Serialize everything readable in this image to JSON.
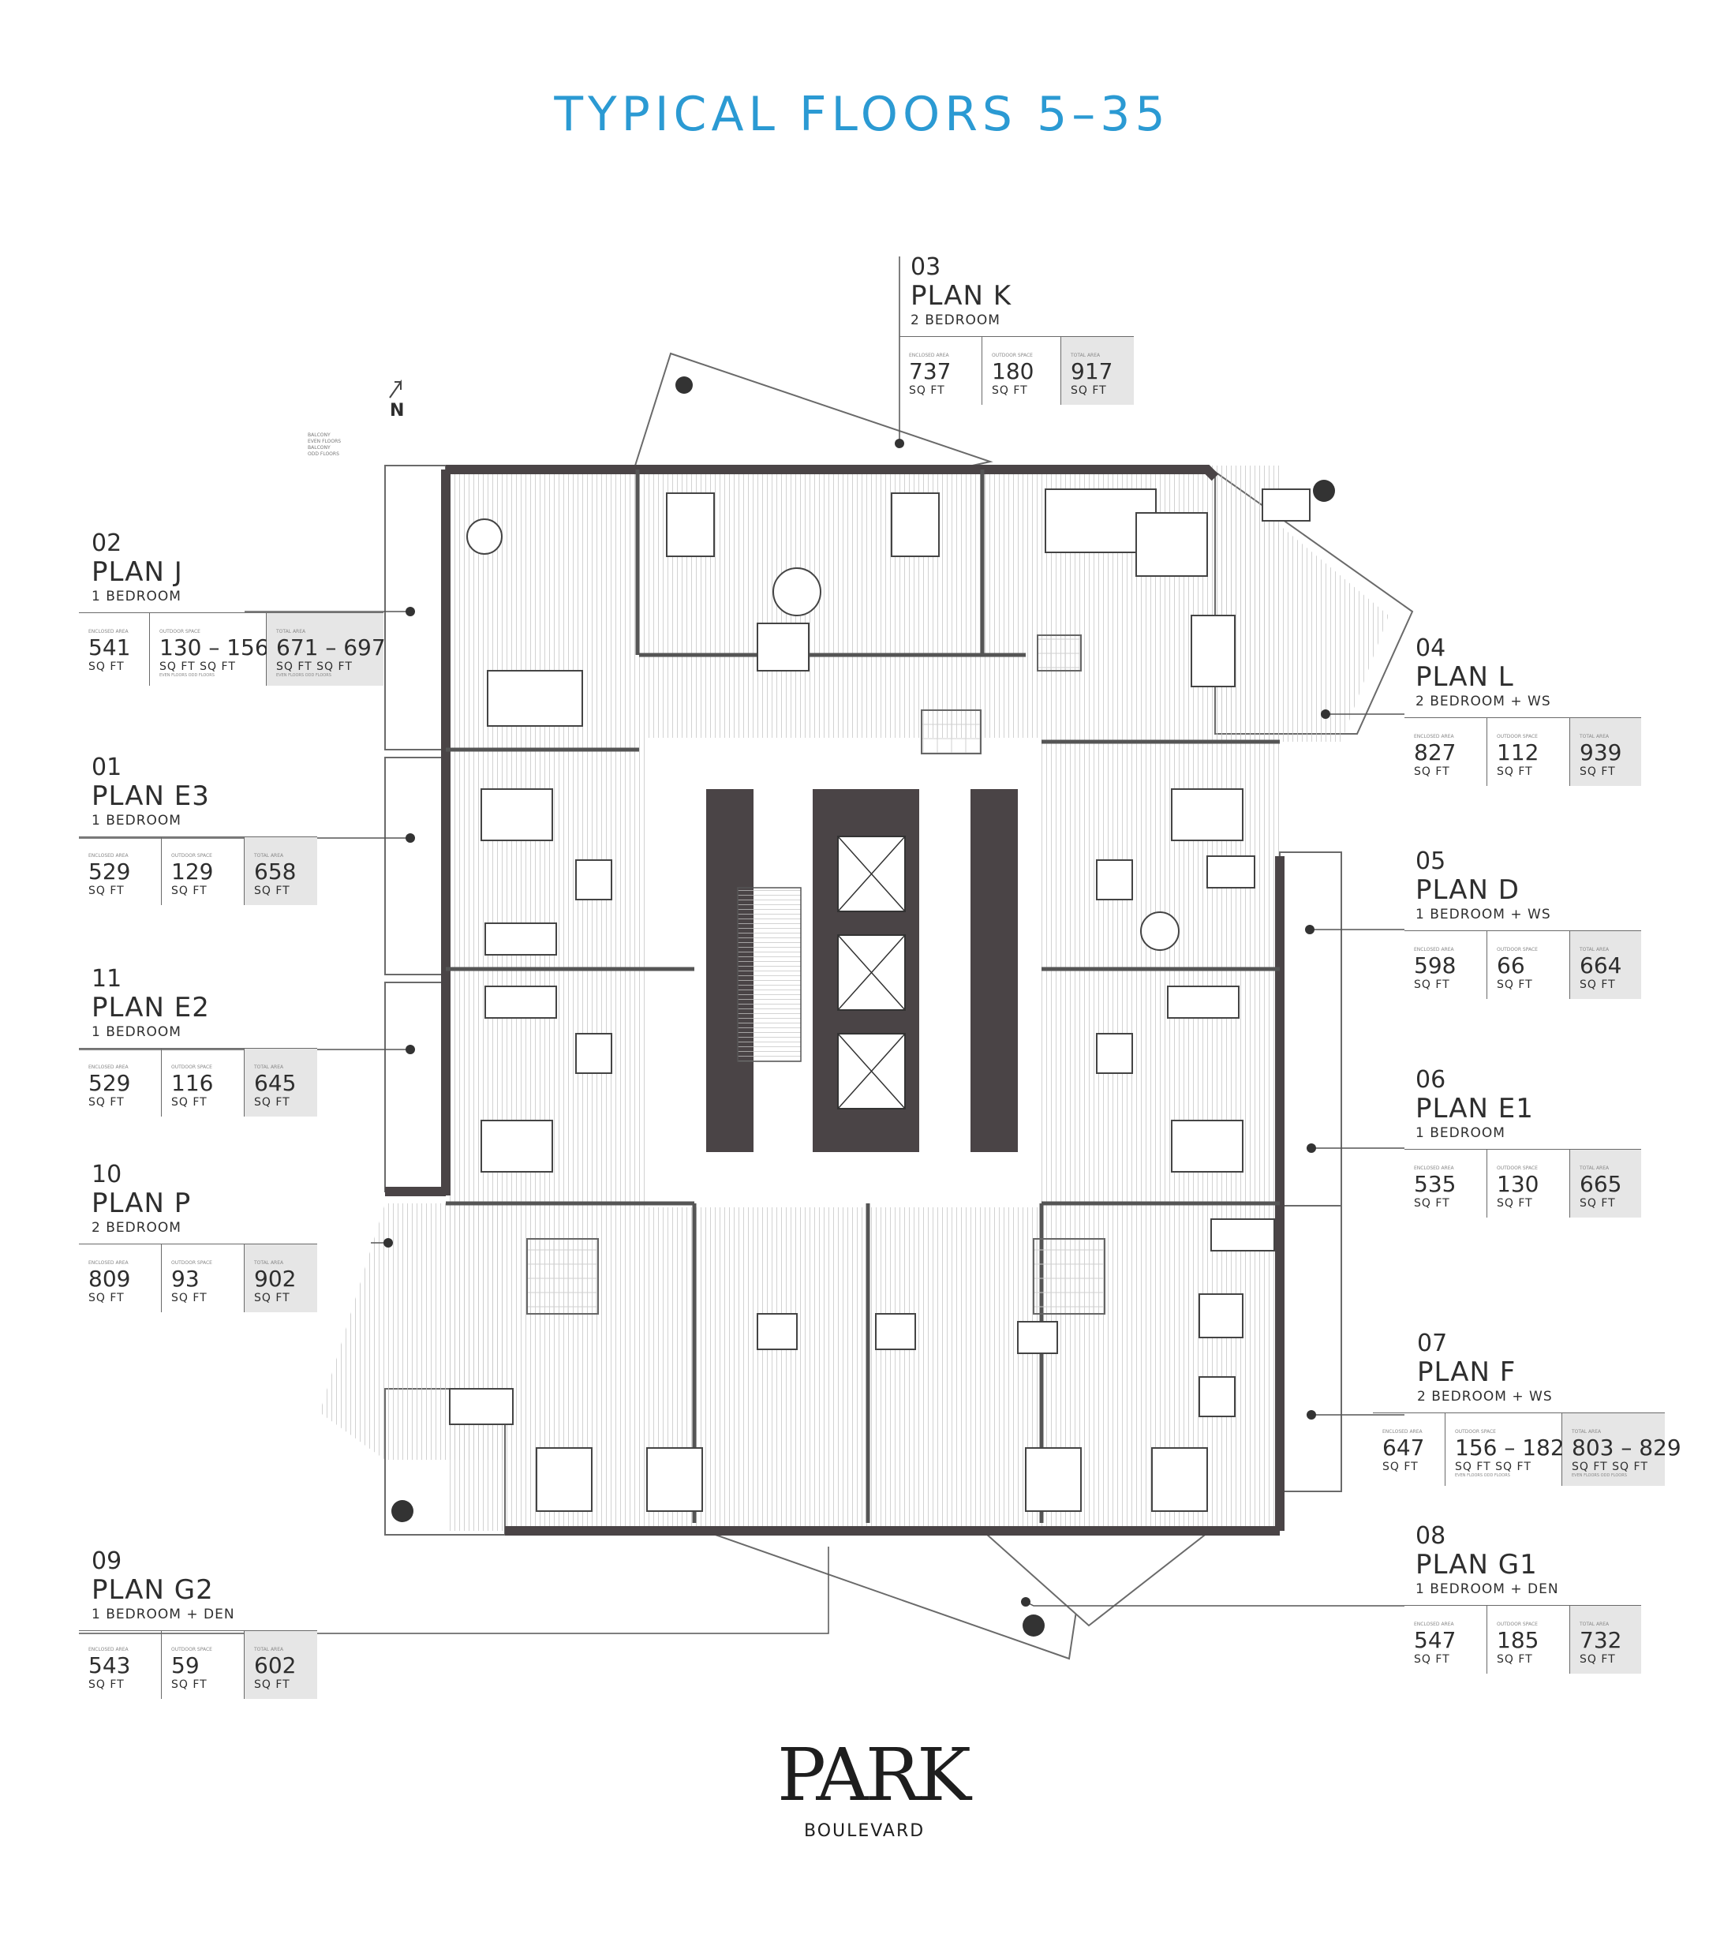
{
  "page_title": "TYPICAL FLOORS 5–35",
  "north_label": "N",
  "plans": [
    {
      "id": "plan-k",
      "unit": "03",
      "name": "PLAN K",
      "type": "2 BEDROOM",
      "areas": [
        {
          "label": "ENCLOSED AREA",
          "value": "737",
          "unit": "SQ FT"
        },
        {
          "label": "OUTDOOR SPACE",
          "value": "180",
          "unit": "SQ FT"
        },
        {
          "label": "TOTAL AREA",
          "value": "917",
          "unit": "SQ FT",
          "total": true
        }
      ]
    },
    {
      "id": "plan-j",
      "unit": "02",
      "name": "PLAN J",
      "type": "1 BEDROOM",
      "areas": [
        {
          "label": "ENCLOSED AREA",
          "value": "541",
          "unit": "SQ FT"
        },
        {
          "label": "OUTDOOR SPACE",
          "value": "130 – 156",
          "unit": "SQ FT      SQ FT",
          "note": "EVEN FLOORS   ODD FLOORS"
        },
        {
          "label": "TOTAL AREA",
          "value": "671 – 697",
          "unit": "SQ FT      SQ FT",
          "note": "EVEN FLOORS   ODD FLOORS",
          "total": true
        }
      ]
    },
    {
      "id": "plan-l",
      "unit": "04",
      "name": "PLAN L",
      "type": "2 BEDROOM + WS",
      "areas": [
        {
          "label": "ENCLOSED AREA",
          "value": "827",
          "unit": "SQ FT"
        },
        {
          "label": "OUTDOOR SPACE",
          "value": "112",
          "unit": "SQ FT"
        },
        {
          "label": "TOTAL AREA",
          "value": "939",
          "unit": "SQ FT",
          "total": true
        }
      ]
    },
    {
      "id": "plan-e3",
      "unit": "01",
      "name": "PLAN E3",
      "type": "1 BEDROOM",
      "areas": [
        {
          "label": "ENCLOSED AREA",
          "value": "529",
          "unit": "SQ FT"
        },
        {
          "label": "OUTDOOR SPACE",
          "value": "129",
          "unit": "SQ FT"
        },
        {
          "label": "TOTAL AREA",
          "value": "658",
          "unit": "SQ FT",
          "total": true
        }
      ]
    },
    {
      "id": "plan-d",
      "unit": "05",
      "name": "PLAN D",
      "type": "1 BEDROOM + WS",
      "areas": [
        {
          "label": "ENCLOSED AREA",
          "value": "598",
          "unit": "SQ FT"
        },
        {
          "label": "OUTDOOR SPACE",
          "value": "66",
          "unit": "SQ FT"
        },
        {
          "label": "TOTAL AREA",
          "value": "664",
          "unit": "SQ FT",
          "total": true
        }
      ]
    },
    {
      "id": "plan-e2",
      "unit": "11",
      "name": "PLAN E2",
      "type": "1 BEDROOM",
      "areas": [
        {
          "label": "ENCLOSED AREA",
          "value": "529",
          "unit": "SQ FT"
        },
        {
          "label": "OUTDOOR SPACE",
          "value": "116",
          "unit": "SQ FT"
        },
        {
          "label": "TOTAL AREA",
          "value": "645",
          "unit": "SQ FT",
          "total": true
        }
      ]
    },
    {
      "id": "plan-e1",
      "unit": "06",
      "name": "PLAN E1",
      "type": "1 BEDROOM",
      "areas": [
        {
          "label": "ENCLOSED AREA",
          "value": "535",
          "unit": "SQ FT"
        },
        {
          "label": "OUTDOOR SPACE",
          "value": "130",
          "unit": "SQ FT"
        },
        {
          "label": "TOTAL AREA",
          "value": "665",
          "unit": "SQ FT",
          "total": true
        }
      ]
    },
    {
      "id": "plan-p",
      "unit": "10",
      "name": "PLAN P",
      "type": "2 BEDROOM",
      "areas": [
        {
          "label": "ENCLOSED AREA",
          "value": "809",
          "unit": "SQ FT"
        },
        {
          "label": "OUTDOOR SPACE",
          "value": "93",
          "unit": "SQ FT"
        },
        {
          "label": "TOTAL AREA",
          "value": "902",
          "unit": "SQ FT",
          "total": true
        }
      ]
    },
    {
      "id": "plan-f",
      "unit": "07",
      "name": "PLAN F",
      "type": "2 BEDROOM + WS",
      "areas": [
        {
          "label": "ENCLOSED AREA",
          "value": "647",
          "unit": "SQ FT"
        },
        {
          "label": "OUTDOOR SPACE",
          "value": "156 – 182",
          "unit": "SQ FT      SQ FT",
          "note": "EVEN FLOORS   ODD FLOORS"
        },
        {
          "label": "TOTAL AREA",
          "value": "803 – 829",
          "unit": "SQ FT      SQ FT",
          "note": "EVEN FLOORS   ODD FLOORS",
          "total": true
        }
      ]
    },
    {
      "id": "plan-g1",
      "unit": "08",
      "name": "PLAN G1",
      "type": "1 BEDROOM + DEN",
      "areas": [
        {
          "label": "ENCLOSED AREA",
          "value": "547",
          "unit": "SQ FT"
        },
        {
          "label": "OUTDOOR SPACE",
          "value": "185",
          "unit": "SQ FT"
        },
        {
          "label": "TOTAL AREA",
          "value": "732",
          "unit": "SQ FT",
          "total": true
        }
      ]
    },
    {
      "id": "plan-g2",
      "unit": "09",
      "name": "PLAN G2",
      "type": "1 BEDROOM + DEN",
      "areas": [
        {
          "label": "ENCLOSED AREA",
          "value": "543",
          "unit": "SQ FT"
        },
        {
          "label": "OUTDOOR SPACE",
          "value": "59",
          "unit": "SQ FT"
        },
        {
          "label": "TOTAL AREA",
          "value": "602",
          "unit": "SQ FT",
          "total": true
        }
      ]
    }
  ],
  "balcony_notes": [
    "BALCONY",
    "EVEN FLOORS",
    "BALCONY",
    "ODD FLOORS"
  ],
  "logo": {
    "main": "PARK",
    "sub": "BOULEVARD"
  },
  "colors": {
    "title": "#2b9ad3",
    "wall": "#4a4446",
    "floor_hatch": "#c9c9c9",
    "total_cell": "#e6e6e6"
  }
}
